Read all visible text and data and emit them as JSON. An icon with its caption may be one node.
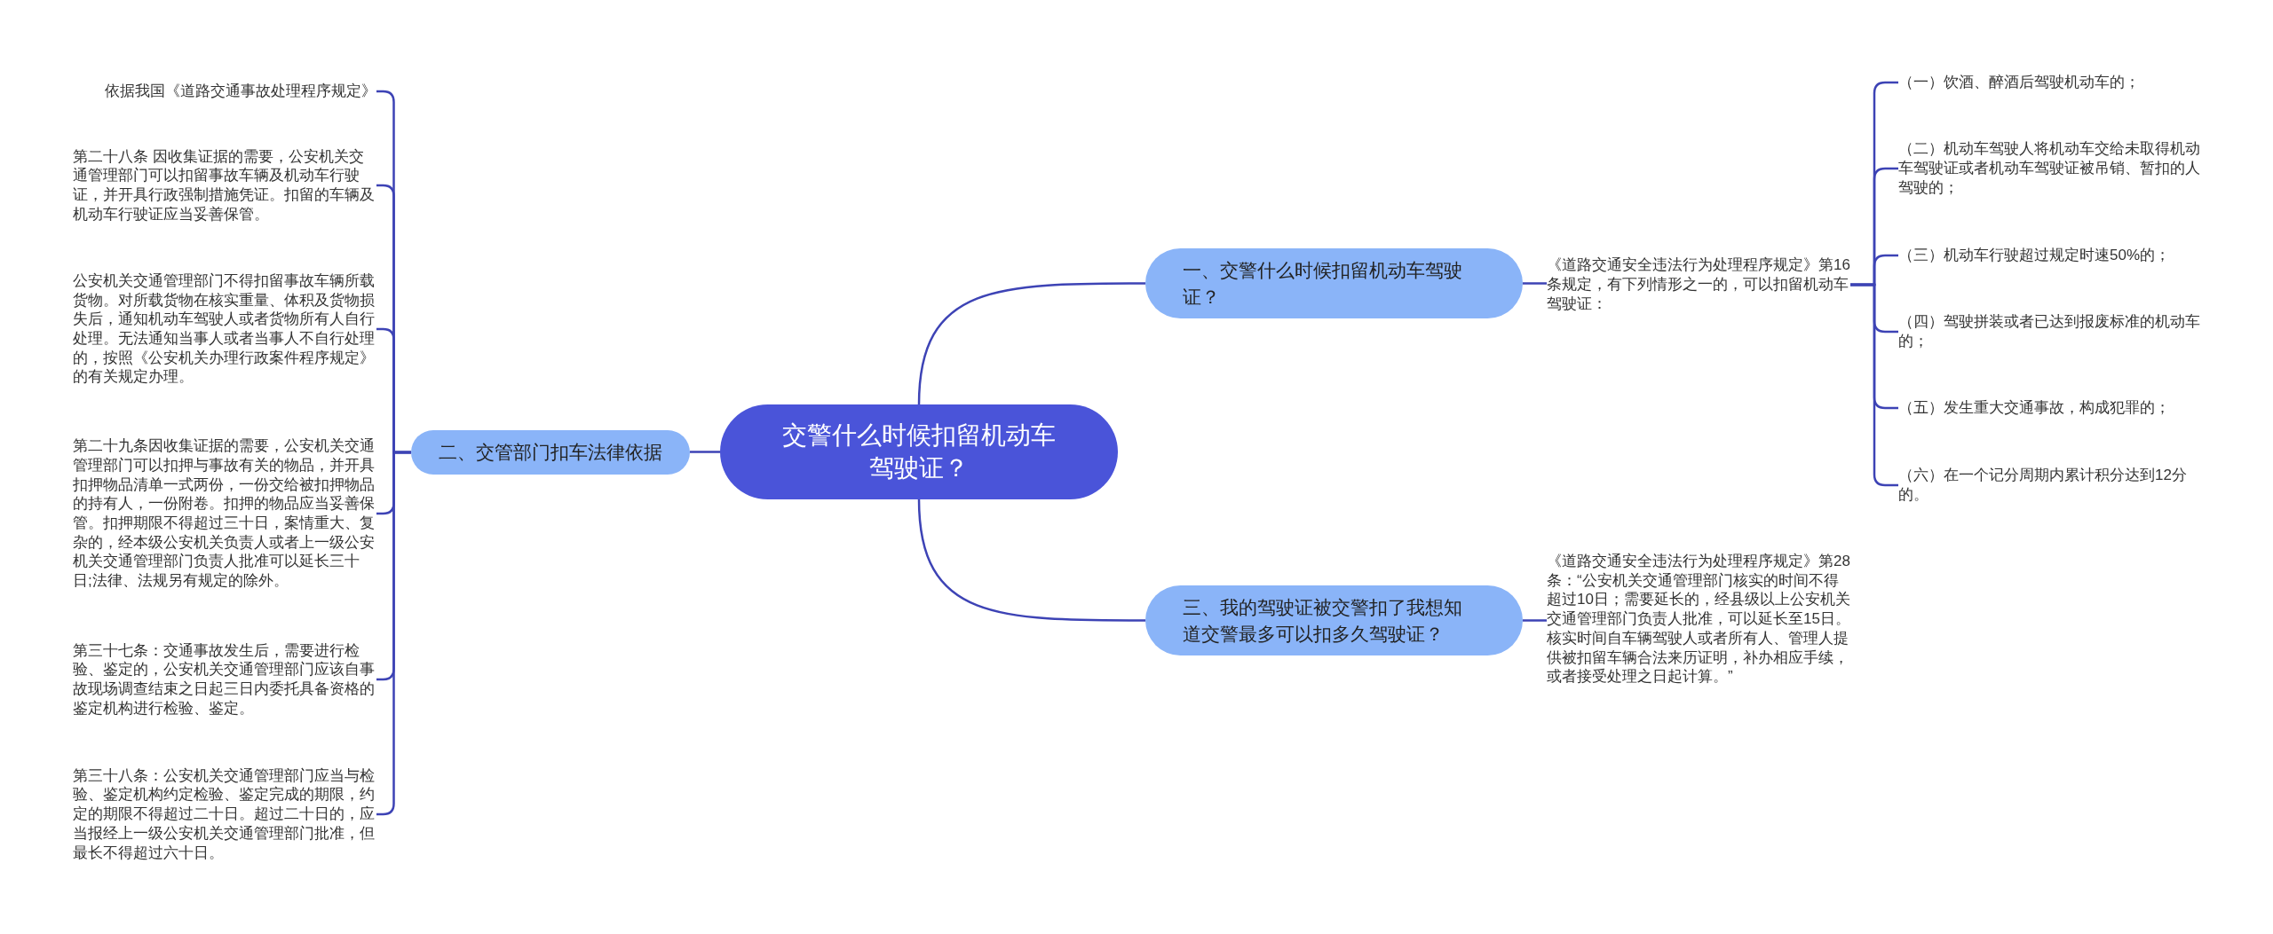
{
  "diagram": {
    "nodes": [
      {
        "text": [
          "交警什么时候扣留机动车驾驶证？"
        ]
      },
      {
        "text": [
          "一、交警什么时候扣留机动车驾驶证？"
        ]
      },
      {
        "text": [
          "《道路交通安全违法行为处理程序规定》第16条规定，有下列情形之一的，可以扣留机动车驾驶证："
        ]
      },
      {
        "text": [
          "（一）饮酒、醉酒后驾驶机动车的；"
        ]
      },
      {
        "text": [
          "（二）机动车驾驶人将机动车交给未取得机动车驾驶证或者机动车驾驶证被吊销、暂扣的人驾驶的；"
        ]
      },
      {
        "text": [
          "（三）机动车行驶超过规定时速50%的；"
        ]
      },
      {
        "text": [
          "（四）驾驶拼装或者已达到报废标准的机动车的；"
        ]
      },
      {
        "text": [
          "（五）发生重大交通事故，构成犯罪的；"
        ]
      },
      {
        "text": [
          "（六）在一个记分周期内累计积分达到12分的。"
        ]
      },
      {
        "text": [
          "二、交管部门扣车法律依据"
        ]
      },
      {
        "text": [
          "依据我国《道路交通事故处理程序规定》"
        ]
      },
      {
        "text": [
          "第二十八条 因收集证据的需要，公安机关交通管理部门可以扣留事故车辆及机动车行驶证，并开具行政强制措施凭证。扣留的车辆及机动车行驶证应当妥善保管。"
        ]
      },
      {
        "text": [
          "公安机关交通管理部门不得扣留事故车辆所载货物。对所载货物在核实重量、体积及货物损失后，通知机动车驾驶人或者货物所有人自行处理。无法通知当事人或者当事人不自行处理的，按照《公安机关办理行政案件程序规定》的有关规定办理。"
        ]
      },
      {
        "text": [
          "第二十九条因收集证据的需要，公安机关交通管理部门可以扣押与事故有关的物品，并开具扣押物品清单一式两份，一份交给被扣押物品的持有人，一份附卷。扣押的物品应当妥善保管。扣押期限不得超过三十日，案情重大、复杂的，经本级公安机关负责人或者上一级公安机关交通管理部门负责人批准可以延长三十日;法律、法规另有规定的除外。"
        ]
      },
      {
        "text": [
          "第三十七条：交通事故发生后，需要进行检验、鉴定的，公安机关交通管理部门应该自事故现场调查结束之日起三日内委托具备资格的鉴定机构进行检验、鉴定。"
        ]
      },
      {
        "text": [
          "第三十八条：公安机关交通管理部门应当与检验、鉴定机构约定检验、鉴定完成的期限，约定的期限不得超过二十日。超过二十日的，应当报经上一级公安机关交通管理部门批准，但最长不得超过六十日。"
        ]
      },
      {
        "text": [
          "三、我的驾驶证被交警扣了我想知道交警最多可以扣多久驾驶证？"
        ]
      },
      {
        "text": [
          "《道路交通安全违法行为处理程序规定》第28条：“公安机关交通管理部门核实的时间不得超过10日；需要延长的，经县级以上公安机关交通管理部门负责人批准，可以延长至15日。核实时间自车辆驾驶人或者所有人、管理人提供被扣留车辆合法来历证明，补办相应手续，或者接受处理之日起计算。”"
        ]
      }
    ],
    "edges": [
      {
        "from": 0,
        "to": 1,
        "arrow": "none"
      },
      {
        "from": 1,
        "to": 2,
        "arrow": "none"
      },
      {
        "from": 2,
        "to": 3,
        "arrow": "none"
      },
      {
        "from": 2,
        "to": 4,
        "arrow": "none"
      },
      {
        "from": 2,
        "to": 5,
        "arrow": "none"
      },
      {
        "from": 2,
        "to": 6,
        "arrow": "none"
      },
      {
        "from": 2,
        "to": 7,
        "arrow": "none"
      },
      {
        "from": 2,
        "to": 8,
        "arrow": "none"
      },
      {
        "from": 0,
        "to": 9,
        "arrow": "none"
      },
      {
        "from": 9,
        "to": 10,
        "arrow": "none"
      },
      {
        "from": 9,
        "to": 11,
        "arrow": "none"
      },
      {
        "from": 9,
        "to": 12,
        "arrow": "none"
      },
      {
        "from": 9,
        "to": 13,
        "arrow": "none"
      },
      {
        "from": 9,
        "to": 14,
        "arrow": "none"
      },
      {
        "from": 9,
        "to": 15,
        "arrow": "none"
      },
      {
        "from": 0,
        "to": 16,
        "arrow": "none"
      },
      {
        "from": 16,
        "to": 17,
        "arrow": "none"
      }
    ]
  }
}
